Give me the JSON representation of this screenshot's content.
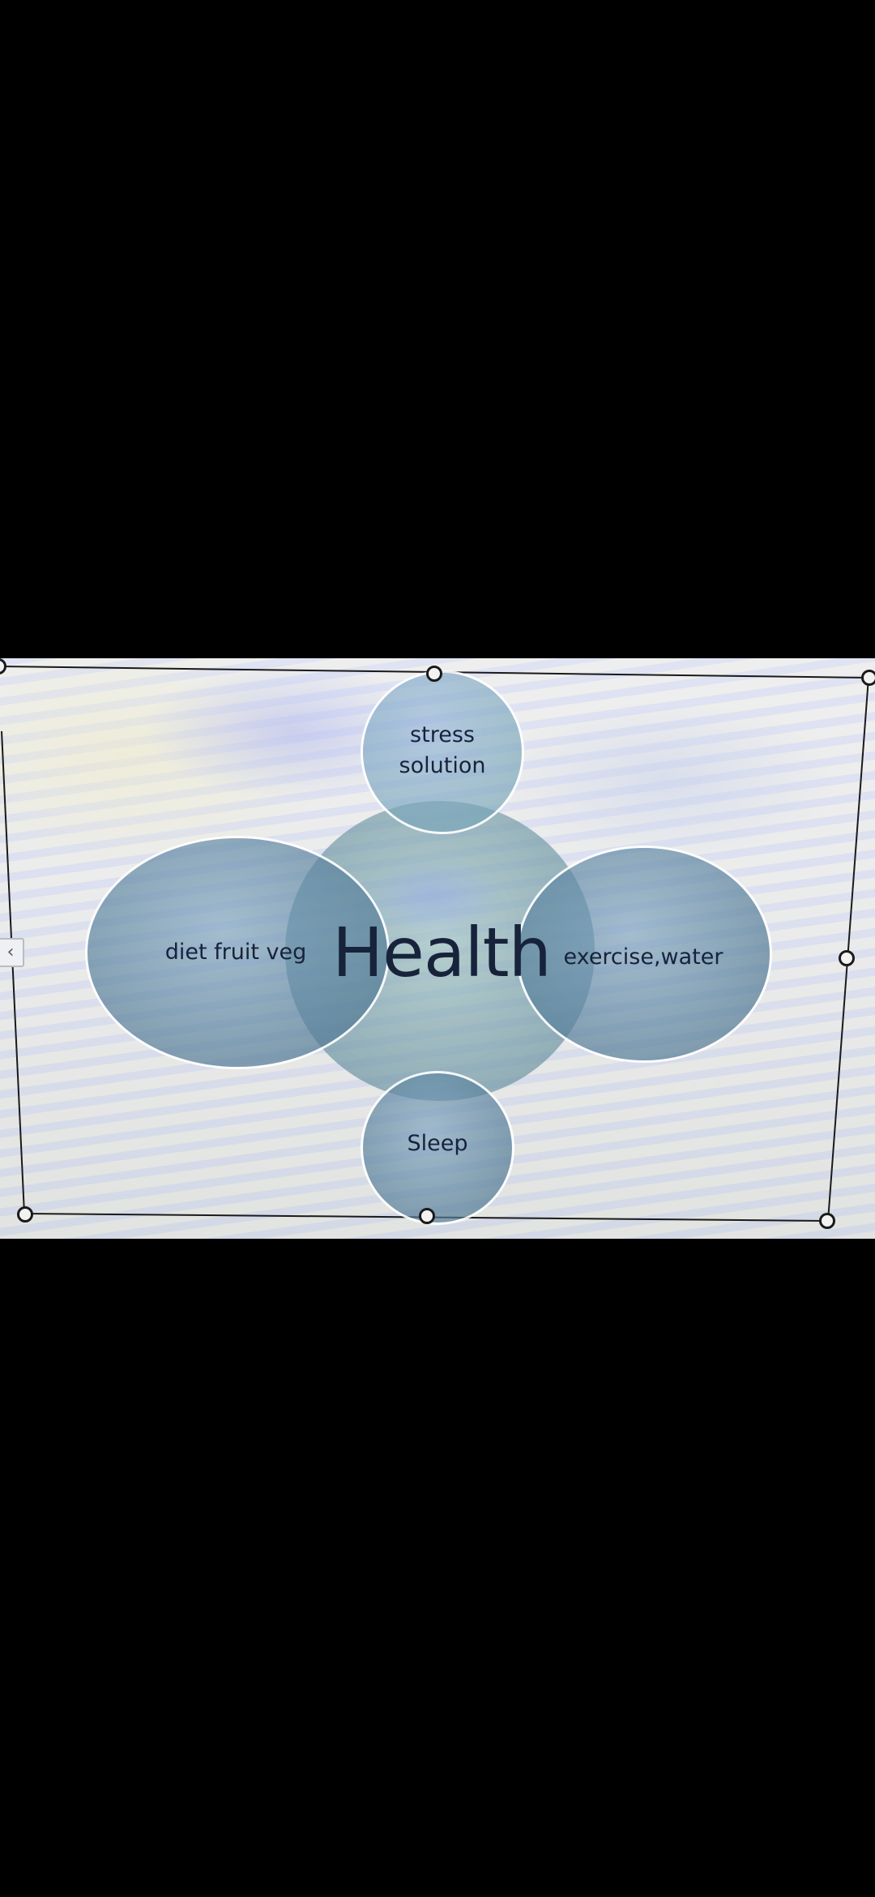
{
  "diagram": {
    "type": "smartart-circle-cluster",
    "center": {
      "label": "Health"
    },
    "nodes": [
      {
        "id": "top",
        "label_lines": [
          "stress",
          "solution"
        ]
      },
      {
        "id": "left",
        "label": "diet fruit veg"
      },
      {
        "id": "right",
        "label": "exercise,water"
      },
      {
        "id": "bottom",
        "label": "Sleep"
      }
    ],
    "colors": {
      "circle_fill": "#6f94ab",
      "rim": "#ffffff",
      "text": "#17233a",
      "background": "#e9eaf0"
    }
  },
  "editor": {
    "collapse_tab_glyph": "‹",
    "selection_handles": 8
  }
}
